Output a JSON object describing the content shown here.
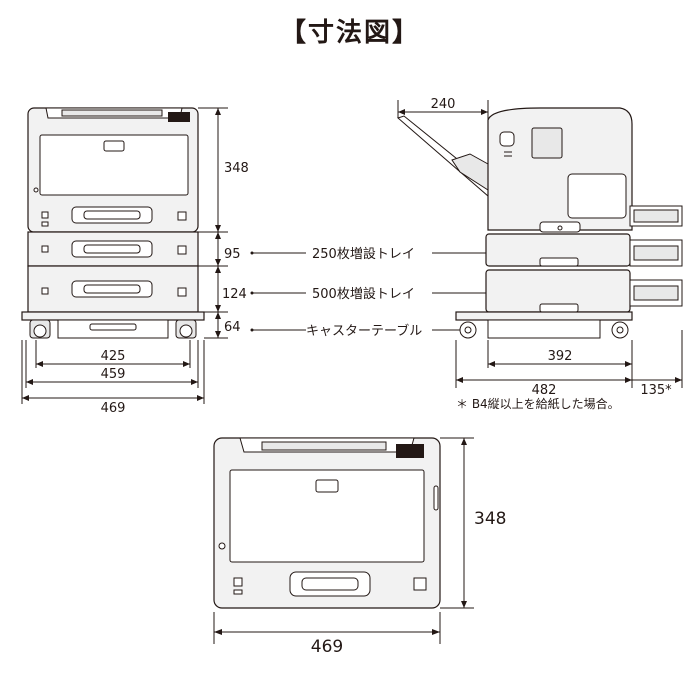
{
  "title": "【寸法図】",
  "front_view": {
    "height_total": "348",
    "tray250_height": "95",
    "tray500_height": "124",
    "caster_height": "64",
    "width_inner": "425",
    "width_mid": "459",
    "width_outer": "469"
  },
  "side_view": {
    "depth_top": "240",
    "depth_base": "392",
    "depth_total": "482",
    "depth_extra": "135*"
  },
  "labels": {
    "tray250": "250枚増設トレイ",
    "tray500": "500枚増設トレイ",
    "caster": "キャスターテーブル"
  },
  "note": "＊ B4縦以上を給紙した場合。",
  "bottom_view": {
    "height": "348",
    "width": "469"
  }
}
